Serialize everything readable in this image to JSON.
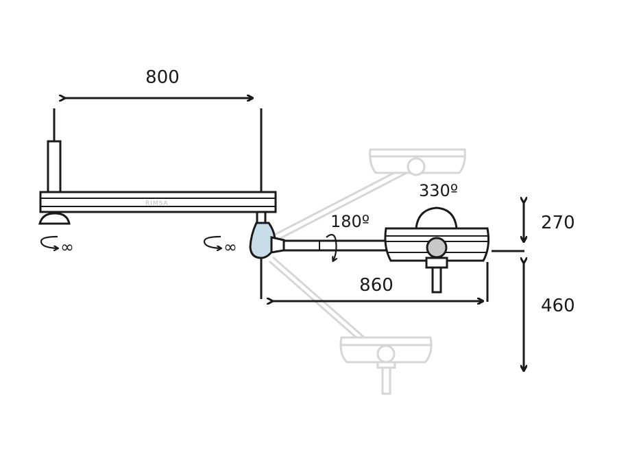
{
  "dimensions": {
    "top_width": "800",
    "arm_reach": "860",
    "height_up": "270",
    "height_down": "460"
  },
  "rotations": {
    "arm_rotation": "180º",
    "head_rotation": "330º",
    "ceiling_rotation": "∞",
    "joint_rotation": "∞"
  },
  "brand_mark": "RIMSA",
  "colors": {
    "line": "#1a1a1a",
    "ghost": "#d6d6d6",
    "joint_fill": "#c9dde8",
    "knob_fill": "#c8c8c8",
    "bar_fill": "#ffffff"
  },
  "icons": {
    "rotation": "curved-arrow-icon",
    "dimension": "double-arrow-icon"
  }
}
